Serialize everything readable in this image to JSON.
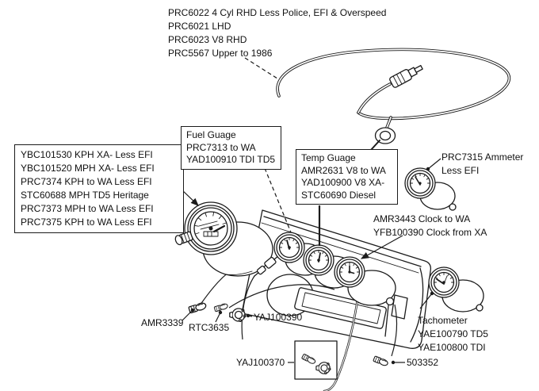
{
  "canvas": {
    "background": "#ffffff",
    "ink": "#1b1b1b"
  },
  "annotations": {
    "cable_note": {
      "lines": [
        "PRC6022 4 Cyl RHD Less Police, EFI & Overspeed",
        "PRC6021 LHD",
        "PRC6023 V8 RHD",
        "PRC5567 Upper to 1986"
      ]
    },
    "speedometer_box": {
      "lines": [
        "YBC101530 KPH XA- Less EFI",
        "YBC101520 MPH XA- Less EFI",
        "PRC7374 KPH to WA Less EFI",
        "STC60688 MPH TD5 Heritage",
        "PRC7373 MPH to WA Less EFI",
        "PRC7375 KPH to WA Less EFI"
      ]
    },
    "fuel_gauge_box": {
      "lines": [
        "Fuel Guage",
        "PRC7313 to WA",
        "YAD100910 TDI TD5"
      ]
    },
    "temp_gauge_box": {
      "lines": [
        "Temp Guage",
        "AMR2631 V8 to WA",
        "YAD100900 V8 XA-",
        "STC60690 Diesel"
      ]
    },
    "ammeter_note": {
      "lines": [
        "PRC7315 Ammeter",
        "Less EFI"
      ]
    },
    "clock_note": {
      "lines": [
        "AMR3443 Clock to WA",
        "YFB100390 Clock from XA"
      ]
    },
    "tachometer_note": {
      "lines": [
        "Tachometer",
        "YAE100790 TD5",
        "YAE100800 TDI"
      ]
    },
    "bulb_amr3339": "AMR3339",
    "bulb_rtc3635": "RTC3635",
    "socket_yaj100390": "YAJ100390",
    "boxed_part_yaj100370": "YAJ100370",
    "bulb_503352": "503352"
  }
}
